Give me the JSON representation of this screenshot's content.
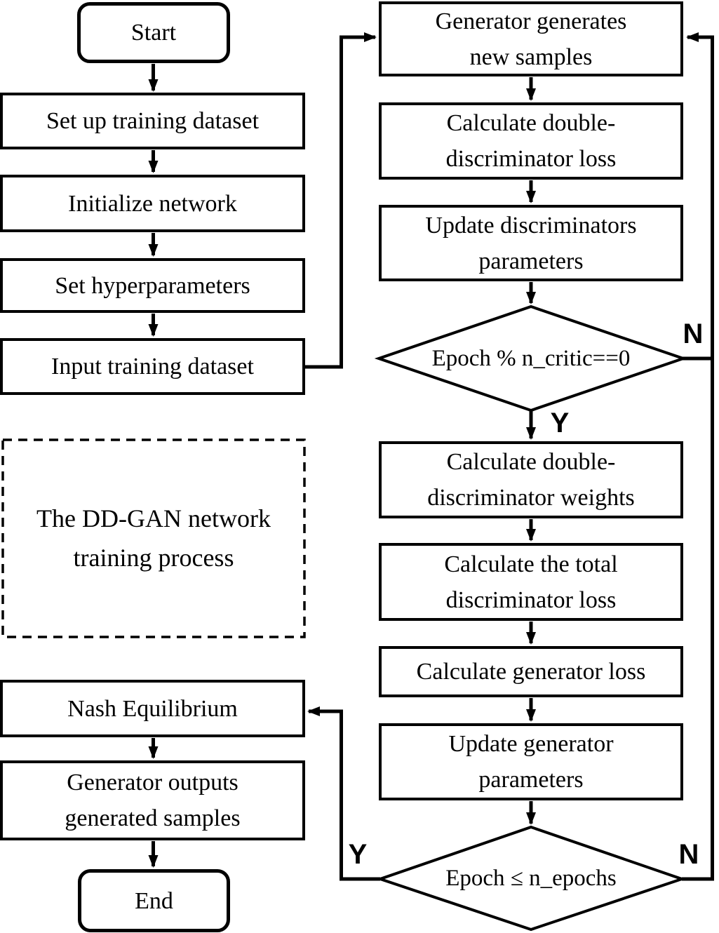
{
  "flowchart": {
    "nodes": {
      "start": "Start",
      "setup_dataset": "Set up training dataset",
      "init_network": "Initialize network",
      "set_hyperparameters": "Set hyperparameters",
      "input_dataset": "Input training dataset",
      "process_caption": "The DD-GAN network\ntraining process",
      "nash_equilibrium": "Nash Equilibrium",
      "generator_outputs": "Generator outputs\ngenerated samples",
      "end": "End",
      "generator_generates": "Generator generates\nnew samples",
      "calc_dd_loss": "Calculate double-\ndiscriminator loss",
      "update_discriminators": "Update discriminators\nparameters",
      "decision_critic": "Epoch % n_critic==0",
      "calc_dd_weights": "Calculate double-\ndiscriminator weights",
      "calc_total_disc_loss": "Calculate the total\ndiscriminator loss",
      "calc_generator_loss": "Calculate generator loss",
      "update_generator": "Update generator\nparameters",
      "decision_epochs": "Epoch ≤ n_epochs"
    },
    "branch_labels": {
      "critic_no": "N",
      "critic_yes": "Y",
      "epochs_yes": "Y",
      "epochs_no": "N"
    },
    "colors": {
      "stroke": "#000000",
      "text": "#000000",
      "background": "#ffffff"
    }
  }
}
